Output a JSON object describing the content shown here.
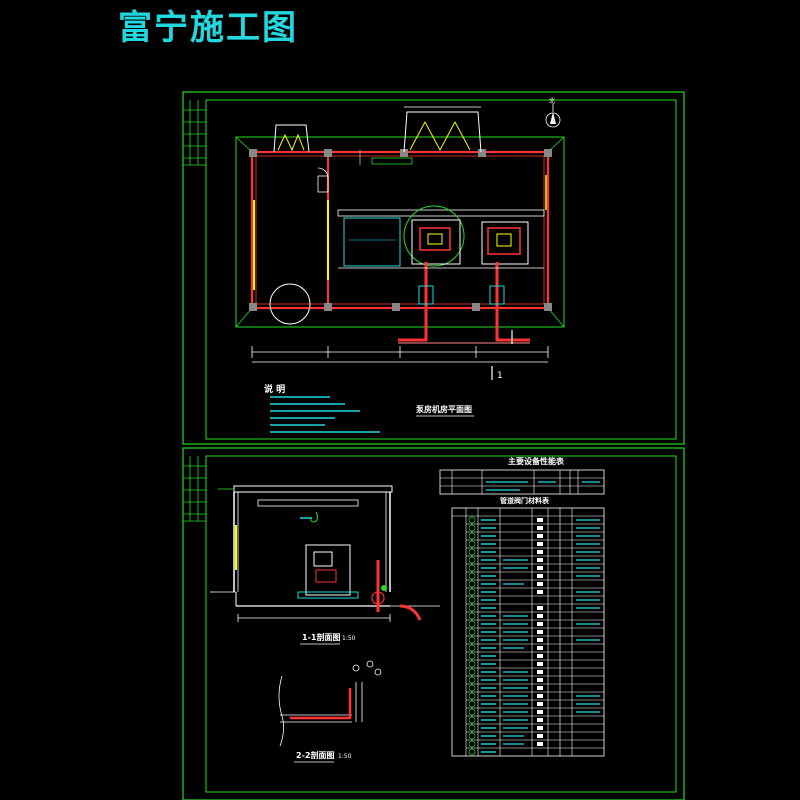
{
  "page": {
    "title": "富宁施工图"
  },
  "plan": {
    "caption": "泵房机房平面图",
    "notes_heading": "说 明",
    "section_marker": "1",
    "north_marker": "北"
  },
  "section_1": {
    "caption": "1-1剖面图",
    "scale": "1:50"
  },
  "section_2": {
    "caption": "2-2剖面图",
    "scale": "1:50"
  },
  "equipment_table": {
    "title": "主要设备性能表"
  },
  "materials_table": {
    "title": "管道阀门材料表"
  },
  "colors": {
    "frame": "#22dd22",
    "wall": "#ff3333",
    "text": "#22d8e0",
    "accent": "#ffff00",
    "line": "#ffffff"
  }
}
